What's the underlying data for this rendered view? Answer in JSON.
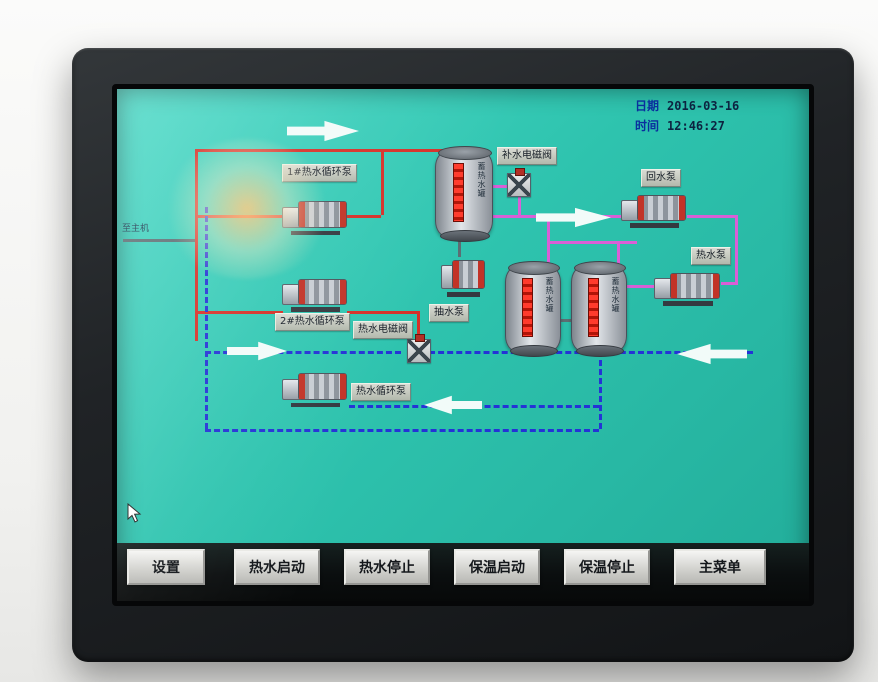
{
  "datetime": {
    "date_label": "日期",
    "date_value": "2016-03-16",
    "time_label": "时间",
    "time_value": "12:46:27"
  },
  "diagram": {
    "to_main": "至主机",
    "tank_label": "蓄热水罐",
    "labels": {
      "pump1": "1#热水循环泵",
      "pump2": "2#热水循环泵",
      "circ_pump": "热水循环泵",
      "makeup_valve": "补水电磁阀",
      "hot_valve": "热水电磁阀",
      "suction_pump": "抽水泵",
      "return_pump": "回水泵",
      "hot_pump": "热水泵"
    }
  },
  "buttons": [
    {
      "label": "设置"
    },
    {
      "label": "热水启动"
    },
    {
      "label": "热水停止"
    },
    {
      "label": "保温启动"
    },
    {
      "label": "保温停止"
    },
    {
      "label": "主菜单"
    }
  ],
  "colors": {
    "screen": "#2ec3ae",
    "pipe_hot": "#d63129",
    "pipe_supply": "#d95fd6",
    "pipe_return": "#2433d6",
    "arrow": "#ffffff"
  }
}
